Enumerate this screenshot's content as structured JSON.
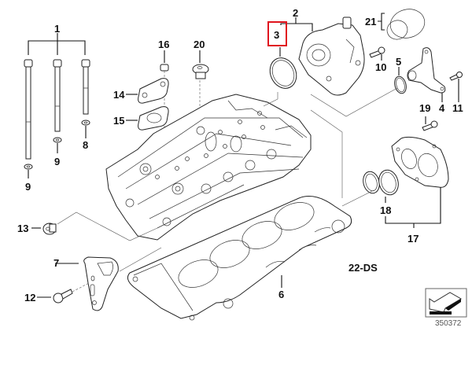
{
  "diagram": {
    "callouts": {
      "c1": "1",
      "c2": "2",
      "c3": "3",
      "c4": "4",
      "c5": "5",
      "c6": "6",
      "c7": "7",
      "c8": "8",
      "c9a": "9",
      "c9b": "9",
      "c10": "10",
      "c11": "11",
      "c12": "12",
      "c13": "13",
      "c14": "14",
      "c15": "15",
      "c16": "16",
      "c17": "17",
      "c18": "18",
      "c19": "19",
      "c20": "20",
      "c21": "21"
    },
    "section_code": "22-DS",
    "reference_number": "350372",
    "highlighted_callout": "3",
    "colors": {
      "highlight": "#e0141e",
      "line": "#222222",
      "background": "#ffffff"
    },
    "icons": {
      "orientation": "arrow-direction-icon"
    }
  }
}
